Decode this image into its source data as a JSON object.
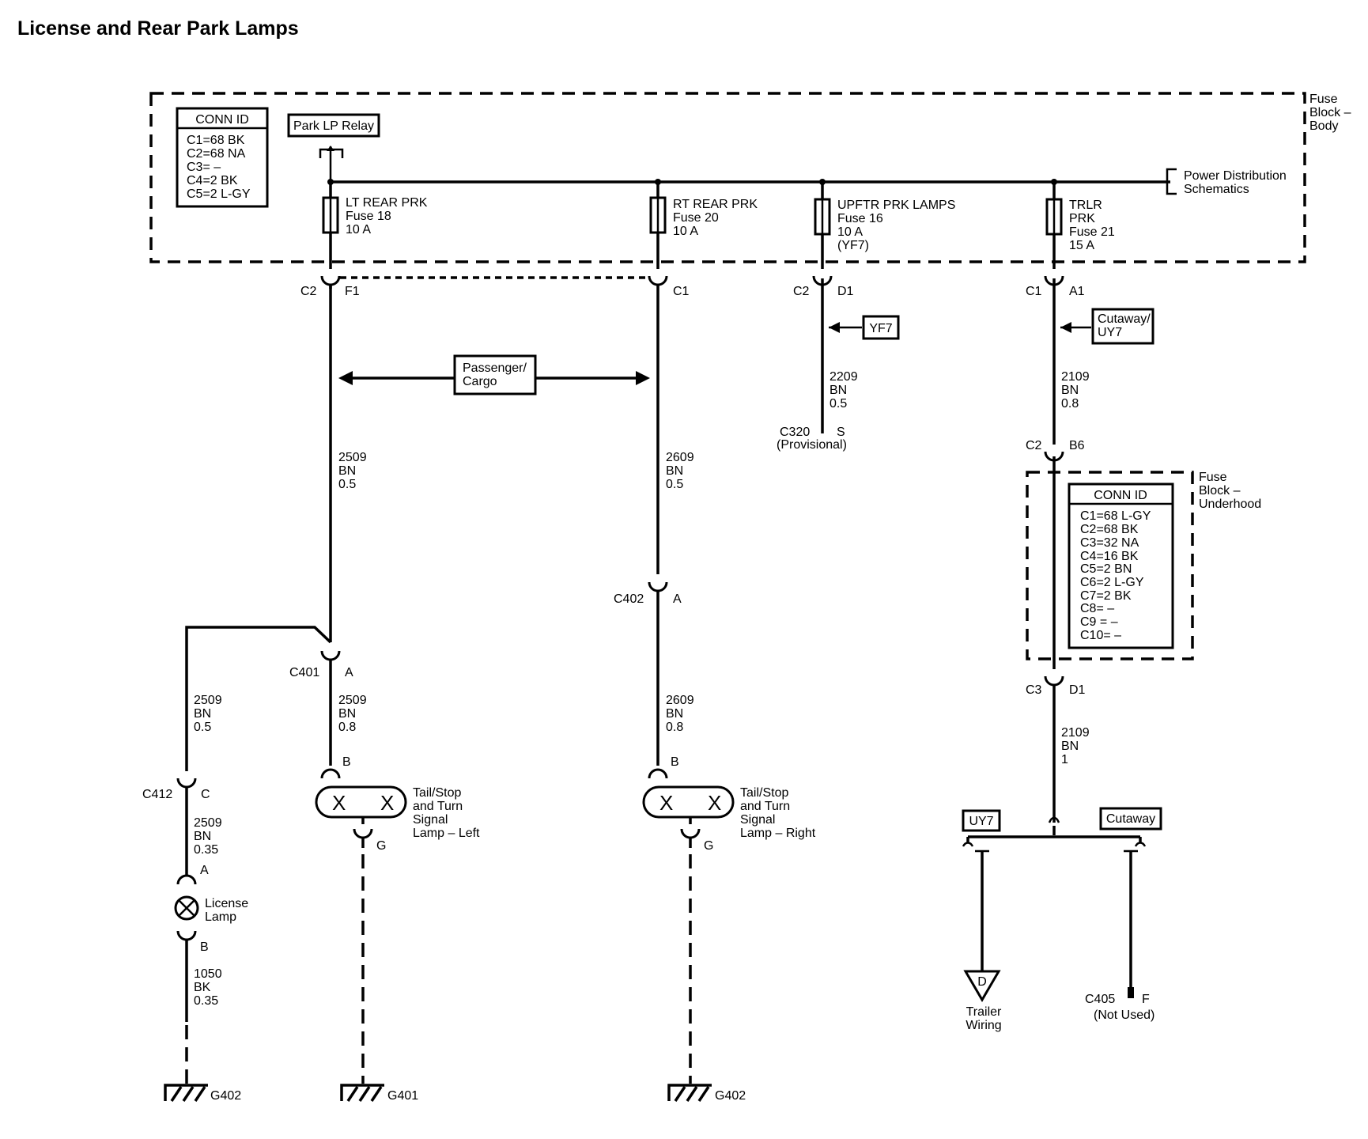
{
  "title": "License and Rear Park Lamps",
  "fuse_block_body": {
    "label": [
      "Fuse",
      "Block –",
      "Body"
    ],
    "conn_id": {
      "header": "CONN ID",
      "rows": [
        "C1=68 BK",
        "C2=68 NA",
        "C3= –",
        "C4=2 BK",
        "C5=2 L-GY"
      ]
    },
    "relay": "Park LP Relay",
    "power_dist": [
      "Power Distribution",
      "Schematics"
    ],
    "fuses": [
      {
        "lines": [
          "LT REAR PRK",
          "Fuse 18",
          "10 A"
        ]
      },
      {
        "lines": [
          "RT REAR PRK",
          "Fuse 20",
          "10 A"
        ]
      },
      {
        "lines": [
          "UPFTR PRK LAMPS",
          "Fuse 16",
          "10 A",
          "(YF7)"
        ]
      },
      {
        "lines": [
          "TRLR",
          "PRK",
          "Fuse 21",
          "15 A"
        ]
      }
    ]
  },
  "connectors": {
    "c2_f1": {
      "conn": "C2",
      "pin": "F1"
    },
    "c1_right": {
      "conn": "C1"
    },
    "c2_d1": {
      "conn": "C2",
      "pin": "D1"
    },
    "c1_a1": {
      "conn": "C1",
      "pin": "A1"
    },
    "c2_b6": {
      "conn": "C2",
      "pin": "B6"
    },
    "c3_d1": {
      "conn": "C3",
      "pin": "D1"
    },
    "c402_a": {
      "conn": "C402",
      "pin": "A"
    },
    "c401_a": {
      "conn": "C401",
      "pin": "A"
    },
    "c412_c": {
      "conn": "C412",
      "pin": "C"
    },
    "lamp_left_b": {
      "pin": "B"
    },
    "lamp_right_b": {
      "pin": "B"
    },
    "lamp_left_g": {
      "pin": "G"
    },
    "lamp_right_g": {
      "pin": "G"
    },
    "license_a": {
      "pin": "A"
    },
    "license_b": {
      "pin": "B"
    }
  },
  "options": {
    "yf7": "YF7",
    "cutaway_uy7": [
      "Cutaway/",
      "UY7"
    ],
    "passenger_cargo": [
      "Passenger/",
      "Cargo"
    ],
    "uy7": "UY7",
    "cutaway": "Cutaway"
  },
  "wires": {
    "w2209": [
      "2209",
      "BN",
      "0.5"
    ],
    "w2109_upper": [
      "2109",
      "BN",
      "0.8"
    ],
    "w2509_upper": [
      "2509",
      "BN",
      "0.5"
    ],
    "w2609_upper": [
      "2609",
      "BN",
      "0.5"
    ],
    "w2509_lic1": [
      "2509",
      "BN",
      "0.5"
    ],
    "w2509_lamp": [
      "2509",
      "BN",
      "0.8"
    ],
    "w2609_lamp": [
      "2609",
      "BN",
      "0.8"
    ],
    "w2509_lic2": [
      "2509",
      "BN",
      "0.35"
    ],
    "w1050": [
      "1050",
      "BK",
      "0.35"
    ],
    "w2109_lower": [
      "2109",
      "BN",
      "1"
    ]
  },
  "c320": {
    "conn": "C320",
    "pin": "S",
    "note": "(Provisional)"
  },
  "fuse_block_underhood": {
    "label": [
      "Fuse",
      "Block –",
      "Underhood"
    ],
    "conn_id": {
      "header": "CONN ID",
      "rows": [
        "C1=68 L-GY",
        "C2=68 BK",
        "C3=32 NA",
        "C4=16 BK",
        "C5=2 BN",
        "C6=2 L-GY",
        "C7=2 BK",
        "C8= –",
        "C9 = –",
        "C10= –"
      ]
    }
  },
  "lamps": {
    "left": [
      "Tail/Stop",
      "and Turn",
      "Signal",
      "Lamp – Left"
    ],
    "right": [
      "Tail/Stop",
      "and Turn",
      "Signal",
      "Lamp – Right"
    ],
    "license": [
      "License",
      "Lamp"
    ]
  },
  "grounds": {
    "g402_a": "G402",
    "g401": "G401",
    "g402_b": "G402"
  },
  "trailer": {
    "letter": "D",
    "label": [
      "Trailer",
      "Wiring"
    ]
  },
  "c405": {
    "conn": "C405",
    "pin": "F",
    "note": "(Not Used)"
  }
}
